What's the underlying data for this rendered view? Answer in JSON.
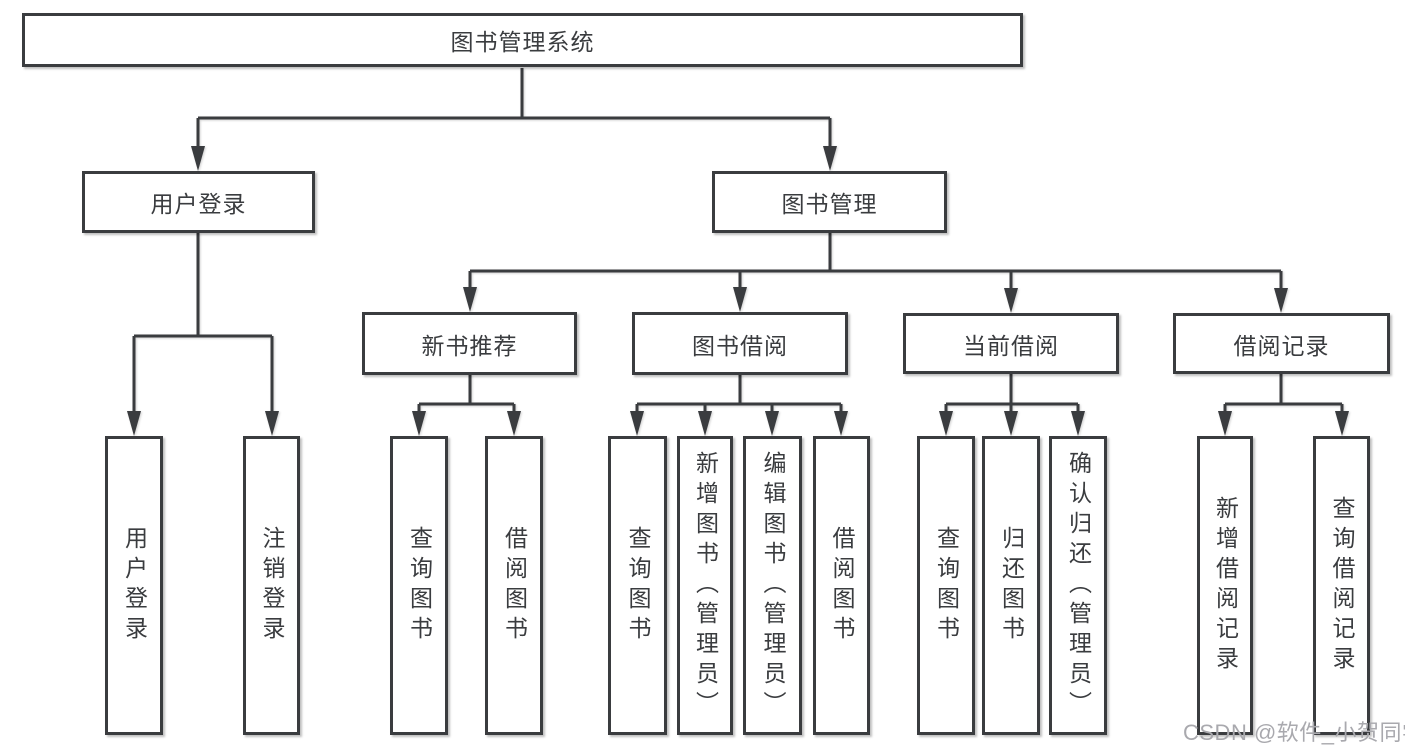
{
  "colors": {
    "ink": "#3a3c3f",
    "watermark": "#a9a9ae",
    "background": "#ffffff"
  },
  "watermark": {
    "text": "CSDN @软件_小贺同学"
  },
  "diagram_type": "hierarchy-tree",
  "tree": {
    "root": {
      "label": "图书管理系统"
    },
    "children": [
      {
        "label": "用户登录",
        "children": [
          {
            "label": "用户登录"
          },
          {
            "label": "注销登录"
          }
        ]
      },
      {
        "label": "图书管理",
        "children": [
          {
            "label": "新书推荐",
            "children": [
              {
                "label": "查询图书"
              },
              {
                "label": "借阅图书"
              }
            ]
          },
          {
            "label": "图书借阅",
            "children": [
              {
                "label": "查询图书"
              },
              {
                "label": "新增图书（管理员）"
              },
              {
                "label": "编辑图书（管理员）"
              },
              {
                "label": "借阅图书"
              }
            ]
          },
          {
            "label": "当前借阅",
            "children": [
              {
                "label": "查询图书"
              },
              {
                "label": "归还图书"
              },
              {
                "label": "确认归还（管理员）"
              }
            ]
          },
          {
            "label": "借阅记录",
            "children": [
              {
                "label": "新增借阅记录"
              },
              {
                "label": "查询借阅记录"
              }
            ]
          }
        ]
      }
    ]
  }
}
